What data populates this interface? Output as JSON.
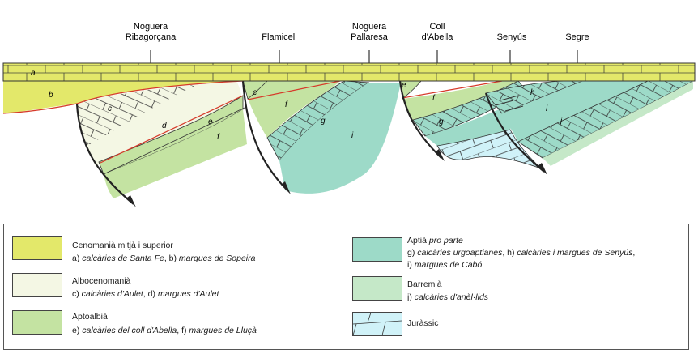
{
  "top_labels": [
    {
      "line1": "Noguera",
      "line2": "Ribagorçana"
    },
    {
      "line1": "Flamicell",
      "line2": ""
    },
    {
      "line1": "Noguera",
      "line2": "Pallaresa"
    },
    {
      "line1": "Coll",
      "line2": "d'Abella"
    },
    {
      "line1": "Senyús",
      "line2": ""
    },
    {
      "line1": "Segre",
      "line2": ""
    }
  ],
  "layer_labels": {
    "a": "a",
    "b": "b",
    "c": "c",
    "d": "d",
    "e": "e",
    "f": "f",
    "g": "g",
    "h": "h",
    "i": "i",
    "j": "j"
  },
  "colors": {
    "cenomania": "#e3e86a",
    "albocenomania": "#f4f7e4",
    "aptoalbia": "#c4e3a2",
    "aptia": "#9ddac8",
    "barremia": "#c5e8c8",
    "jurassic": "#d0f2f8",
    "contact_red": "#d63a2a"
  },
  "legend": [
    {
      "id": "cenomania",
      "title": "Cenomanià mitjà i superior",
      "desc_parts": [
        "a) ",
        "calcàries de Santa Fe",
        ", b) ",
        "margues de Sopeira"
      ]
    },
    {
      "id": "albocenomania",
      "title": "Albocenomanià",
      "desc_parts": [
        "c) ",
        "calcàries d'Aulet",
        ", d) ",
        "margues d'Aulet"
      ]
    },
    {
      "id": "aptoalbia",
      "title": "Aptoalbià",
      "desc_parts": [
        "e) ",
        "calcàries del coll d'Abella",
        ", f) ",
        "margues de Lluçà"
      ]
    },
    {
      "id": "aptia",
      "title_plain": "Aptià ",
      "title_it": "pro parte",
      "line2_parts": [
        "g) ",
        "calcàries urgoaptianes",
        ", h) ",
        "calcàries i margues de Senyús",
        ","
      ],
      "line3_parts": [
        "i) ",
        "margues de Cabó"
      ]
    },
    {
      "id": "barremia",
      "title": "Barremià",
      "desc_parts": [
        "j) ",
        "calcàries d'anèl·lids"
      ]
    },
    {
      "id": "jurassic",
      "title": "Juràssic"
    }
  ]
}
